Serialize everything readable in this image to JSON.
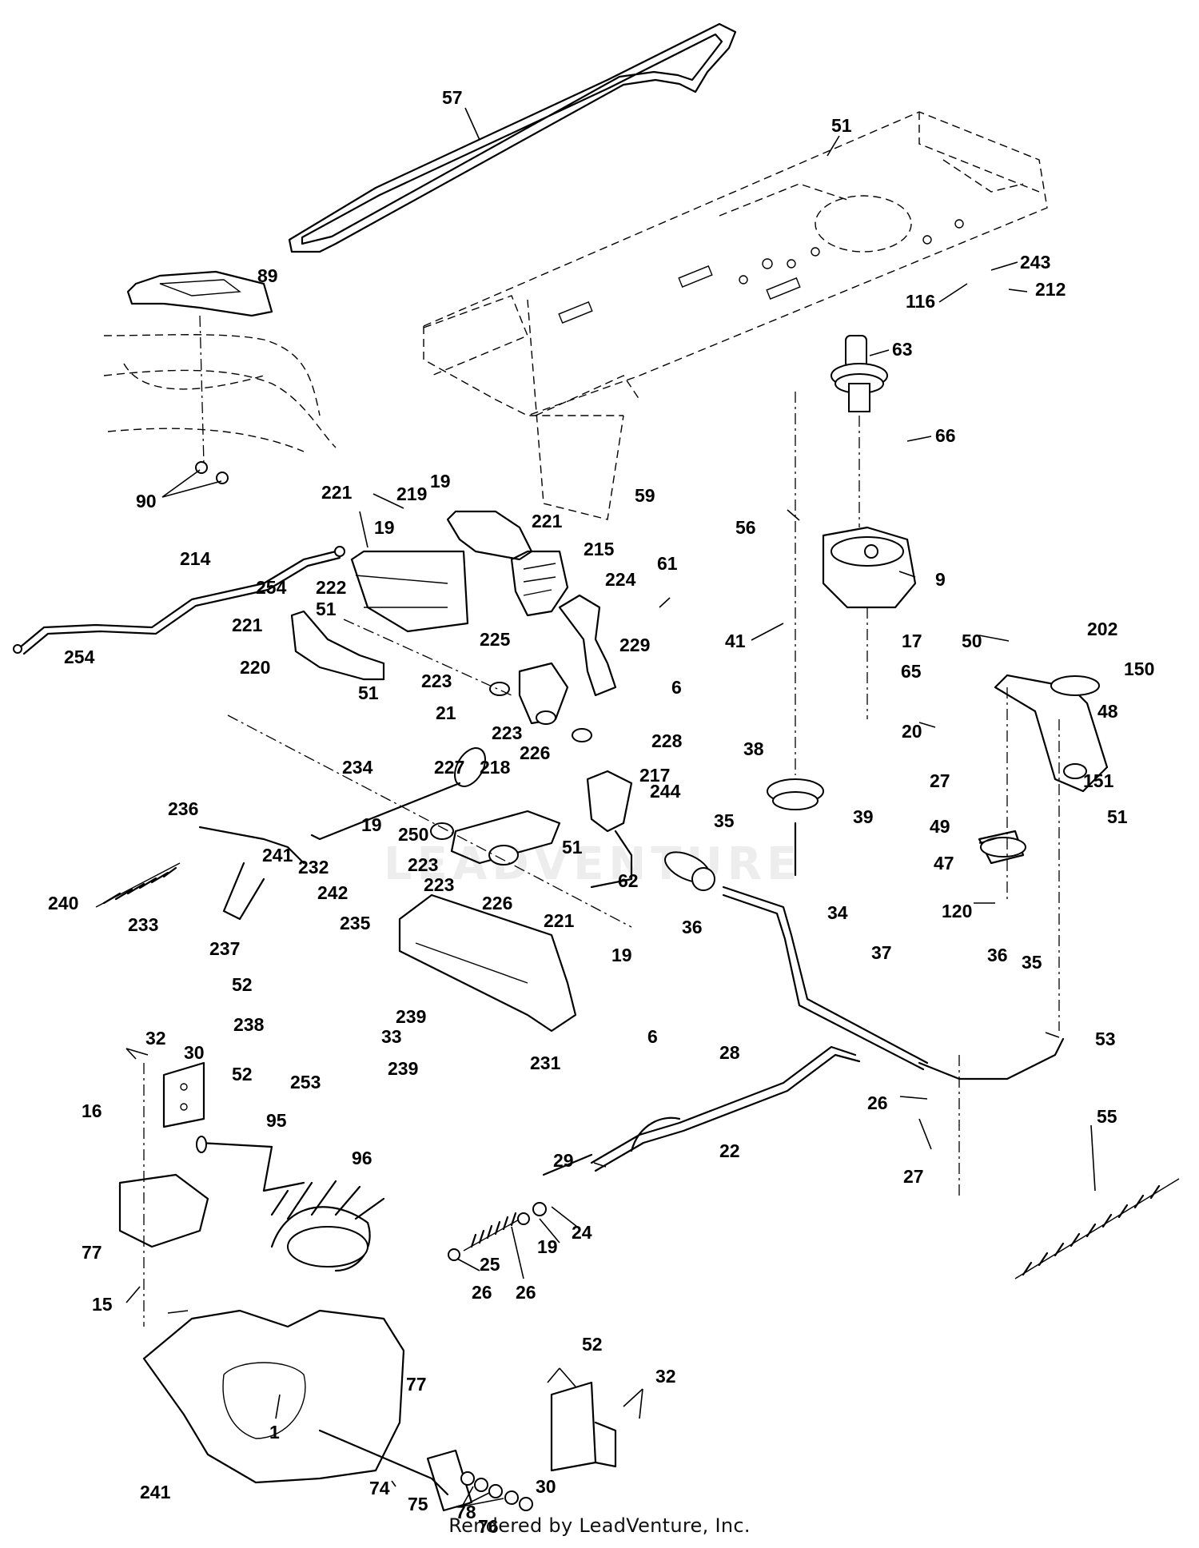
{
  "footer": "Rendered by LeadVenture, Inc.",
  "watermark_text": "LEADVENTURE",
  "callouts": [
    {
      "id": "c57",
      "label": "57"
    },
    {
      "id": "c51a",
      "label": "51"
    },
    {
      "id": "c89",
      "label": "89"
    },
    {
      "id": "c243",
      "label": "243"
    },
    {
      "id": "c212",
      "label": "212"
    },
    {
      "id": "c116",
      "label": "116"
    },
    {
      "id": "c63",
      "label": "63"
    },
    {
      "id": "c66",
      "label": "66"
    },
    {
      "id": "c90",
      "label": "90"
    },
    {
      "id": "c221a",
      "label": "221"
    },
    {
      "id": "c219",
      "label": "219"
    },
    {
      "id": "c19a",
      "label": "19"
    },
    {
      "id": "c221b",
      "label": "221"
    },
    {
      "id": "c19b",
      "label": "19"
    },
    {
      "id": "c59",
      "label": "59"
    },
    {
      "id": "c56",
      "label": "56"
    },
    {
      "id": "c214",
      "label": "214"
    },
    {
      "id": "c215",
      "label": "215"
    },
    {
      "id": "c61",
      "label": "61"
    },
    {
      "id": "c254a",
      "label": "254"
    },
    {
      "id": "c222",
      "label": "222"
    },
    {
      "id": "c224",
      "label": "224"
    },
    {
      "id": "c9",
      "label": "9"
    },
    {
      "id": "c51b",
      "label": "51"
    },
    {
      "id": "c221c",
      "label": "221"
    },
    {
      "id": "c41",
      "label": "41"
    },
    {
      "id": "c17",
      "label": "17"
    },
    {
      "id": "c50",
      "label": "50"
    },
    {
      "id": "c202",
      "label": "202"
    },
    {
      "id": "c254b",
      "label": "254"
    },
    {
      "id": "c225",
      "label": "225"
    },
    {
      "id": "c229",
      "label": "229"
    },
    {
      "id": "c220",
      "label": "220"
    },
    {
      "id": "c65",
      "label": "65"
    },
    {
      "id": "c150",
      "label": "150"
    },
    {
      "id": "c223a",
      "label": "223"
    },
    {
      "id": "c51c",
      "label": "51"
    },
    {
      "id": "c6a",
      "label": "6"
    },
    {
      "id": "c48",
      "label": "48"
    },
    {
      "id": "c21",
      "label": "21"
    },
    {
      "id": "c223b",
      "label": "223"
    },
    {
      "id": "c228",
      "label": "228"
    },
    {
      "id": "c20",
      "label": "20"
    },
    {
      "id": "c226a",
      "label": "226"
    },
    {
      "id": "c38",
      "label": "38"
    },
    {
      "id": "c234",
      "label": "234"
    },
    {
      "id": "c227",
      "label": "227"
    },
    {
      "id": "c218",
      "label": "218"
    },
    {
      "id": "c217",
      "label": "217"
    },
    {
      "id": "c244",
      "label": "244"
    },
    {
      "id": "c27a",
      "label": "27"
    },
    {
      "id": "c151",
      "label": "151"
    },
    {
      "id": "c236",
      "label": "236"
    },
    {
      "id": "c39",
      "label": "39"
    },
    {
      "id": "c35a",
      "label": "35"
    },
    {
      "id": "c51d",
      "label": "51"
    },
    {
      "id": "c19c",
      "label": "19"
    },
    {
      "id": "c250",
      "label": "250"
    },
    {
      "id": "c49",
      "label": "49"
    },
    {
      "id": "c241a",
      "label": "241"
    },
    {
      "id": "c223c",
      "label": "223"
    },
    {
      "id": "c51e",
      "label": "51"
    },
    {
      "id": "c232",
      "label": "232"
    },
    {
      "id": "c47",
      "label": "47"
    },
    {
      "id": "c62",
      "label": "62"
    },
    {
      "id": "c223d",
      "label": "223"
    },
    {
      "id": "c240",
      "label": "240"
    },
    {
      "id": "c242",
      "label": "242"
    },
    {
      "id": "c226b",
      "label": "226"
    },
    {
      "id": "c36a",
      "label": "36"
    },
    {
      "id": "c34",
      "label": "34"
    },
    {
      "id": "c233",
      "label": "233"
    },
    {
      "id": "c120",
      "label": "120"
    },
    {
      "id": "c235",
      "label": "235"
    },
    {
      "id": "c221d",
      "label": "221"
    },
    {
      "id": "c237",
      "label": "237"
    },
    {
      "id": "c37",
      "label": "37"
    },
    {
      "id": "c36b",
      "label": "36"
    },
    {
      "id": "c19d",
      "label": "19"
    },
    {
      "id": "c35b",
      "label": "35"
    },
    {
      "id": "c52a",
      "label": "52"
    },
    {
      "id": "c239a",
      "label": "239"
    },
    {
      "id": "c238",
      "label": "238"
    },
    {
      "id": "c33",
      "label": "33"
    },
    {
      "id": "c32a",
      "label": "32"
    },
    {
      "id": "c6b",
      "label": "6"
    },
    {
      "id": "c231",
      "label": "231"
    },
    {
      "id": "c53",
      "label": "53"
    },
    {
      "id": "c30a",
      "label": "30"
    },
    {
      "id": "c28",
      "label": "28"
    },
    {
      "id": "c52b",
      "label": "52"
    },
    {
      "id": "c239b",
      "label": "239"
    },
    {
      "id": "c253",
      "label": "253"
    },
    {
      "id": "c16",
      "label": "16"
    },
    {
      "id": "c26a",
      "label": "26"
    },
    {
      "id": "c55",
      "label": "55"
    },
    {
      "id": "c95",
      "label": "95"
    },
    {
      "id": "c22",
      "label": "22"
    },
    {
      "id": "c96",
      "label": "96"
    },
    {
      "id": "c29",
      "label": "29"
    },
    {
      "id": "c27b",
      "label": "27"
    },
    {
      "id": "c24",
      "label": "24"
    },
    {
      "id": "c77a",
      "label": "77"
    },
    {
      "id": "c25",
      "label": "25"
    },
    {
      "id": "c19e",
      "label": "19"
    },
    {
      "id": "c15",
      "label": "15"
    },
    {
      "id": "c26b",
      "label": "26"
    },
    {
      "id": "c26c",
      "label": "26"
    },
    {
      "id": "c52c",
      "label": "52"
    },
    {
      "id": "c32b",
      "label": "32"
    },
    {
      "id": "c77b",
      "label": "77"
    },
    {
      "id": "c1",
      "label": "1"
    },
    {
      "id": "c241b",
      "label": "241"
    },
    {
      "id": "c74",
      "label": "74"
    },
    {
      "id": "c30b",
      "label": "30"
    },
    {
      "id": "c75",
      "label": "75"
    },
    {
      "id": "c78",
      "label": "78"
    },
    {
      "id": "c76",
      "label": "76"
    }
  ]
}
